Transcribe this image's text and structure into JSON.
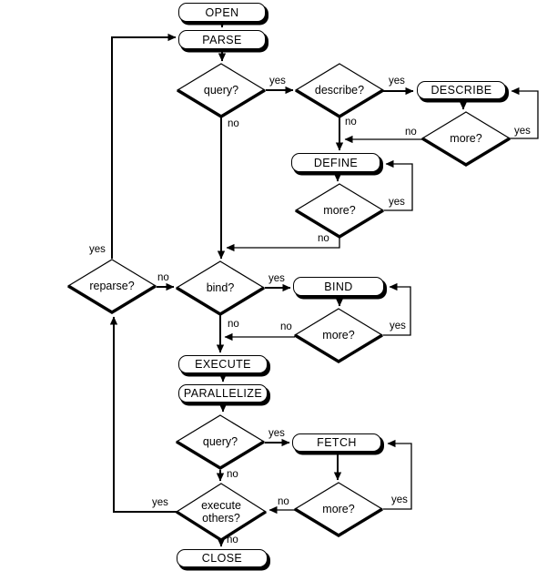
{
  "diagram": {
    "type": "flowchart",
    "background_color": "#ffffff",
    "line_color": "#000000",
    "node_fill_color": "#ffffff",
    "nodes": {
      "open": {
        "type": "process",
        "label": "OPEN"
      },
      "parse": {
        "type": "process",
        "label": "PARSE"
      },
      "query1": {
        "type": "decision",
        "label": "query?"
      },
      "describe_q": {
        "type": "decision",
        "label": "describe?"
      },
      "describe": {
        "type": "process",
        "label": "DESCRIBE"
      },
      "more_describe": {
        "type": "decision",
        "label": "more?"
      },
      "define": {
        "type": "process",
        "label": "DEFINE"
      },
      "more_define": {
        "type": "decision",
        "label": "more?"
      },
      "reparse": {
        "type": "decision",
        "label": "reparse?"
      },
      "bind_q": {
        "type": "decision",
        "label": "bind?"
      },
      "bind": {
        "type": "process",
        "label": "BIND"
      },
      "more_bind": {
        "type": "decision",
        "label": "more?"
      },
      "execute": {
        "type": "process",
        "label": "EXECUTE"
      },
      "parallelize": {
        "type": "process",
        "label": "PARALLELIZE"
      },
      "query2": {
        "type": "decision",
        "label": "query?"
      },
      "fetch": {
        "type": "process",
        "label": "FETCH"
      },
      "more_fetch": {
        "type": "decision",
        "label": "more?"
      },
      "execute_others": {
        "type": "decision",
        "label": "execute others?"
      },
      "close": {
        "type": "process",
        "label": "CLOSE"
      }
    },
    "edges": [
      {
        "from": "open",
        "to": "parse",
        "label": ""
      },
      {
        "from": "parse",
        "to": "query1",
        "label": ""
      },
      {
        "from": "query1",
        "to": "describe_q",
        "label": "yes"
      },
      {
        "from": "query1",
        "to": "bind_q",
        "label": "no"
      },
      {
        "from": "describe_q",
        "to": "describe",
        "label": "yes"
      },
      {
        "from": "describe_q",
        "to": "define",
        "label": "no"
      },
      {
        "from": "describe",
        "to": "more_describe",
        "label": ""
      },
      {
        "from": "more_describe",
        "to": "describe",
        "label": "yes"
      },
      {
        "from": "more_describe",
        "to": "define",
        "label": "no"
      },
      {
        "from": "define",
        "to": "more_define",
        "label": ""
      },
      {
        "from": "more_define",
        "to": "define",
        "label": "yes"
      },
      {
        "from": "more_define",
        "to": "bind_q",
        "label": "no"
      },
      {
        "from": "reparse",
        "to": "parse",
        "label": "yes"
      },
      {
        "from": "reparse",
        "to": "bind_q",
        "label": "no"
      },
      {
        "from": "bind_q",
        "to": "bind",
        "label": "yes"
      },
      {
        "from": "bind_q",
        "to": "execute",
        "label": "no"
      },
      {
        "from": "bind",
        "to": "more_bind",
        "label": ""
      },
      {
        "from": "more_bind",
        "to": "bind",
        "label": "yes"
      },
      {
        "from": "more_bind",
        "to": "execute",
        "label": "no"
      },
      {
        "from": "execute",
        "to": "parallelize",
        "label": ""
      },
      {
        "from": "parallelize",
        "to": "query2",
        "label": ""
      },
      {
        "from": "query2",
        "to": "fetch",
        "label": "yes"
      },
      {
        "from": "query2",
        "to": "execute_others",
        "label": "no"
      },
      {
        "from": "fetch",
        "to": "more_fetch",
        "label": ""
      },
      {
        "from": "more_fetch",
        "to": "fetch",
        "label": "yes"
      },
      {
        "from": "more_fetch",
        "to": "execute_others",
        "label": "no"
      },
      {
        "from": "execute_others",
        "to": "reparse",
        "label": "yes"
      },
      {
        "from": "execute_others",
        "to": "close",
        "label": "no"
      }
    ]
  }
}
